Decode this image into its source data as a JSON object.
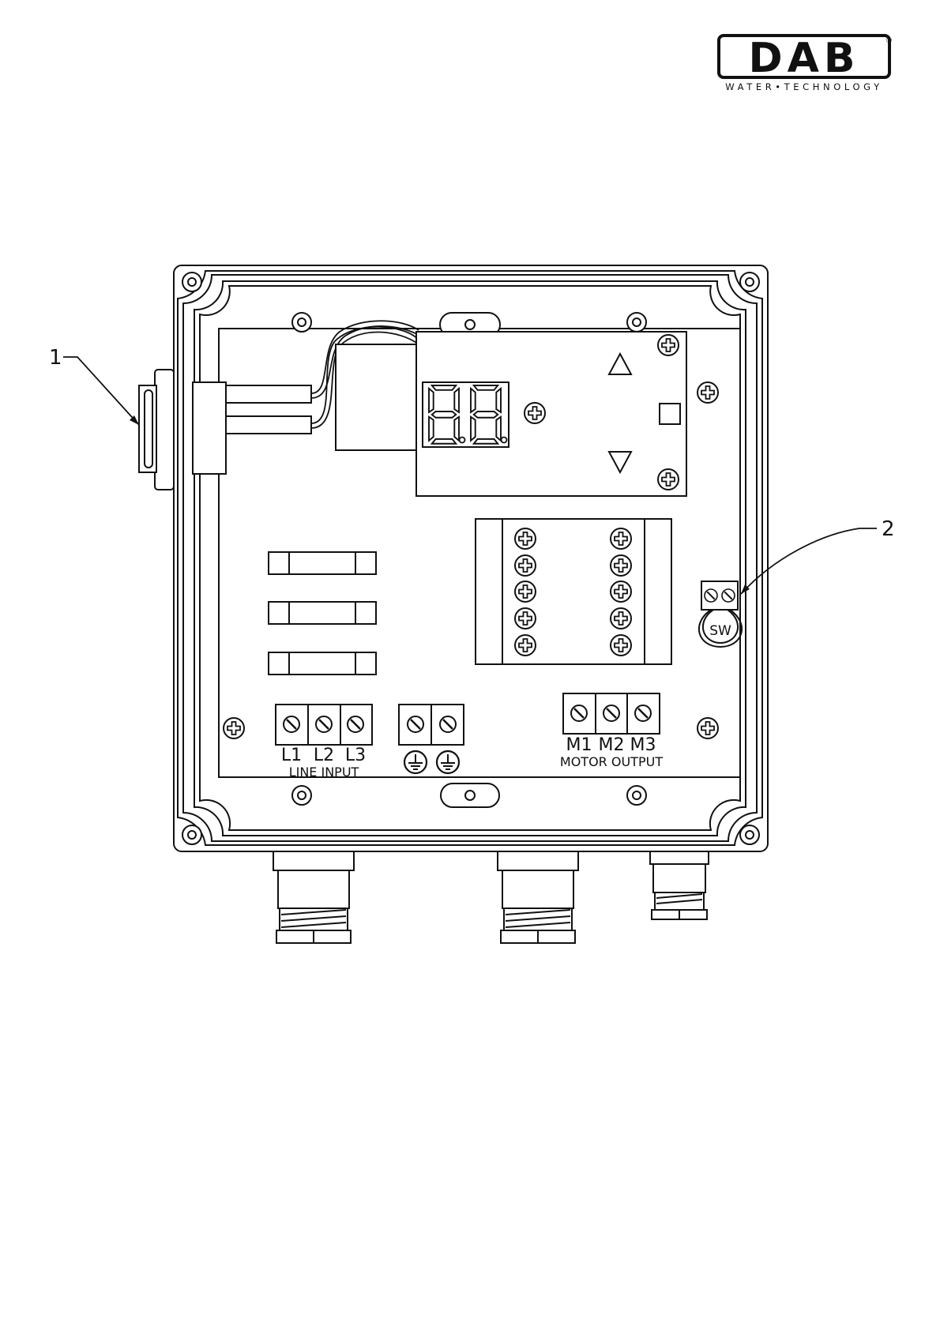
{
  "brand": {
    "logo_text": "DAB",
    "registered_mark": "®",
    "tagline": "WATER•TECHNOLOGY"
  },
  "callouts": [
    {
      "number": "1"
    },
    {
      "number": "2"
    }
  ],
  "terminals": {
    "line": [
      "L1",
      "L2",
      "L3"
    ],
    "line_caption": "LINE INPUT",
    "motor": [
      "M1",
      "M2",
      "M3"
    ],
    "motor_caption": "MOTOR OUTPUT",
    "switch_label": "SW"
  },
  "icons": [
    "up-arrow-icon",
    "stop-square-icon",
    "down-arrow-icon",
    "ground-icon",
    "screw-icon",
    "cross-screw-icon"
  ],
  "colors": {
    "line": "#1a1a1a",
    "background": "#ffffff"
  }
}
